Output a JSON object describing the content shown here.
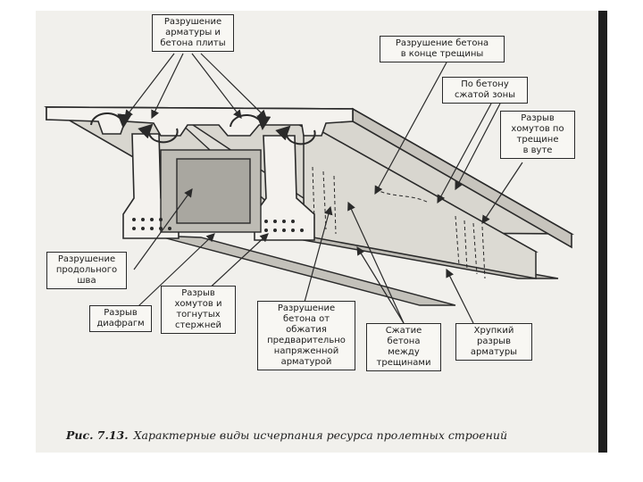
{
  "callouts": {
    "slab_rebar": [
      "Разрушение",
      "арматуры и",
      "бетона плиты"
    ],
    "crack_end": [
      "Разрушение бетона",
      "в конце трещины"
    ],
    "compressed_zone": [
      "По бетону",
      "сжатой зоны"
    ],
    "stirrup_rupture": [
      "Разрыв",
      "хомутов по",
      "трещине",
      "в вуте"
    ],
    "longitudinal_seam": [
      "Разрушение",
      "продольного",
      "шва"
    ],
    "diaphragm": [
      "Разрыв",
      "диафрагм"
    ],
    "stirrups_bent": [
      "Разрыв",
      "хомутов и",
      "тогнутых",
      "стержней"
    ],
    "prestress": [
      "Разрушение",
      "бетона от",
      "обжатия",
      "предварительно",
      "напряженной",
      "арматурой"
    ],
    "between_cracks": [
      "Сжатие",
      "бетона",
      "между",
      "трещинами"
    ],
    "brittle": [
      "Хрупкий",
      "разрыв",
      "арматуры"
    ]
  },
  "caption": {
    "label": "Рис. 7.13.",
    "text": "Характерные виды исчерпания ресурса пролетных строений"
  },
  "colors": {
    "ink": "#2a2a2a",
    "paper": "#f1f0ec",
    "shade": "#c9c7c1"
  }
}
